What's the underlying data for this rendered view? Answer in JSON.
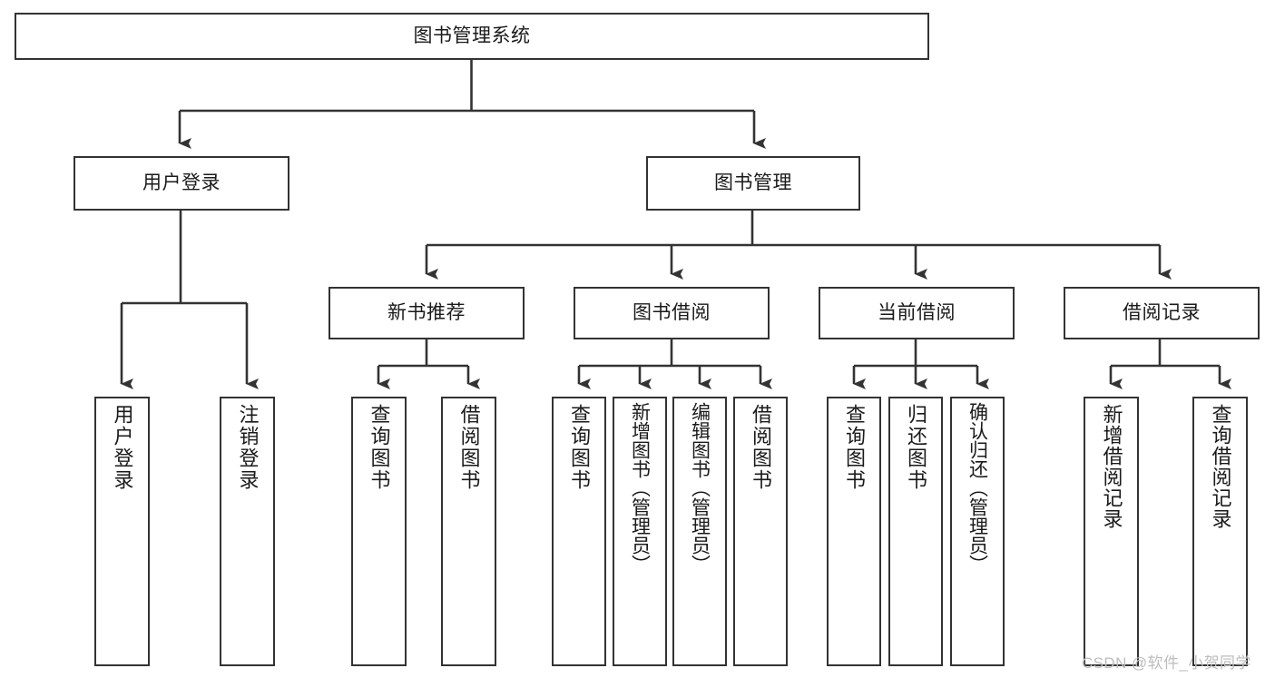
{
  "diagram": {
    "type": "tree",
    "title": "图书管理系统",
    "root": {
      "id": "root",
      "label": "图书管理系统"
    },
    "level2": [
      {
        "id": "user-login",
        "label": "用户登录"
      },
      {
        "id": "book-manage",
        "label": "图书管理"
      }
    ],
    "level3": [
      {
        "id": "new-book-recommend",
        "label": "新书推荐"
      },
      {
        "id": "book-borrow",
        "label": "图书借阅"
      },
      {
        "id": "current-borrow",
        "label": "当前借阅"
      },
      {
        "id": "borrow-record",
        "label": "借阅记录"
      }
    ],
    "leaves": {
      "user_login": [
        {
          "id": "leaf-user-login",
          "label": "用户登录"
        },
        {
          "id": "leaf-logout-login",
          "label": "注销登录"
        }
      ],
      "new_book_recommend": [
        {
          "id": "leaf-query-book-1",
          "label": "查询图书"
        },
        {
          "id": "leaf-borrow-book-1",
          "label": "借阅图书"
        }
      ],
      "book_borrow": [
        {
          "id": "leaf-query-book-2",
          "label": "查询图书"
        },
        {
          "id": "leaf-add-book",
          "label": "新增图书（管理员）"
        },
        {
          "id": "leaf-edit-book",
          "label": "编辑图书（管理员）"
        },
        {
          "id": "leaf-borrow-book-2",
          "label": "借阅图书"
        }
      ],
      "current_borrow": [
        {
          "id": "leaf-query-book-3",
          "label": "查询图书"
        },
        {
          "id": "leaf-return-book",
          "label": "归还图书"
        },
        {
          "id": "leaf-confirm-return",
          "label": "确认归还（管理员）"
        }
      ],
      "borrow_record": [
        {
          "id": "leaf-add-record",
          "label": "新增借阅记录"
        },
        {
          "id": "leaf-query-record",
          "label": "查询借阅记录"
        }
      ]
    }
  },
  "watermark": {
    "text": "CSDN @软件_小贺同学"
  },
  "colors": {
    "stroke": "#333333",
    "background": "#ffffff",
    "text": "#1a1a1a",
    "watermark": "#bdbdbd"
  }
}
